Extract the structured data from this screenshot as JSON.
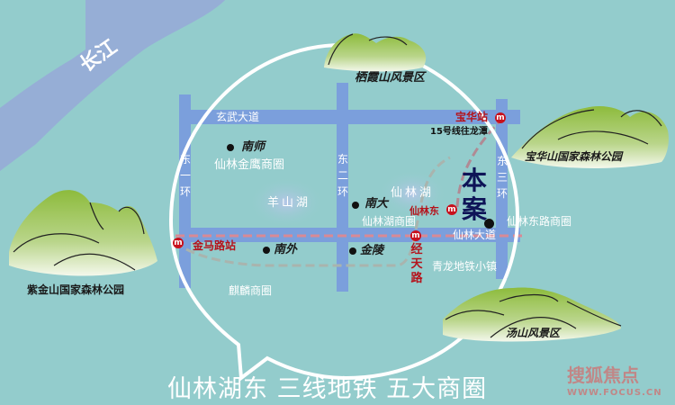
{
  "river": {
    "label": "长江"
  },
  "roads": {
    "xuanwu": "玄武大道",
    "xianlin": "仙林大道",
    "east_ring_1": "东一环",
    "east_ring_2": "东二环",
    "east_ring_3": "东三环",
    "jingtian": "经天路"
  },
  "metro_stations": [
    {
      "name": "宝华站"
    },
    {
      "name": "仙林东"
    },
    {
      "name": "金马路站"
    }
  ],
  "metro_note": "15号线往龙潭",
  "metro_icon": "metro-logo-icon",
  "universities": [
    {
      "name": "南师"
    },
    {
      "name": "南大"
    },
    {
      "name": "南外"
    },
    {
      "name": "金陵"
    }
  ],
  "business_districts": [
    "仙林金鹰商圈",
    "仙林湖商圈",
    "仙林东路商圈",
    "麒麟商圈",
    "青龙地铁小镇"
  ],
  "lakes": [
    "羊山湖",
    "仙林湖"
  ],
  "scenic_areas": [
    "栖霞山风景区",
    "宝华山国家森林公园",
    "紫金山国家森林公园",
    "汤山风景区"
  ],
  "project": {
    "label": "本案"
  },
  "slogan": "仙林湖东 三线地铁 五大商圈",
  "watermark": {
    "brand": "搜狐焦点",
    "url": "WWW.FOCUS.CN"
  },
  "colors": {
    "background": "#93cccc",
    "river": "#96aed6",
    "road": "#7b9fdc",
    "metro_red": "#c8101c",
    "project": "#0e1457",
    "mountain_green": "#8dbb3c"
  }
}
